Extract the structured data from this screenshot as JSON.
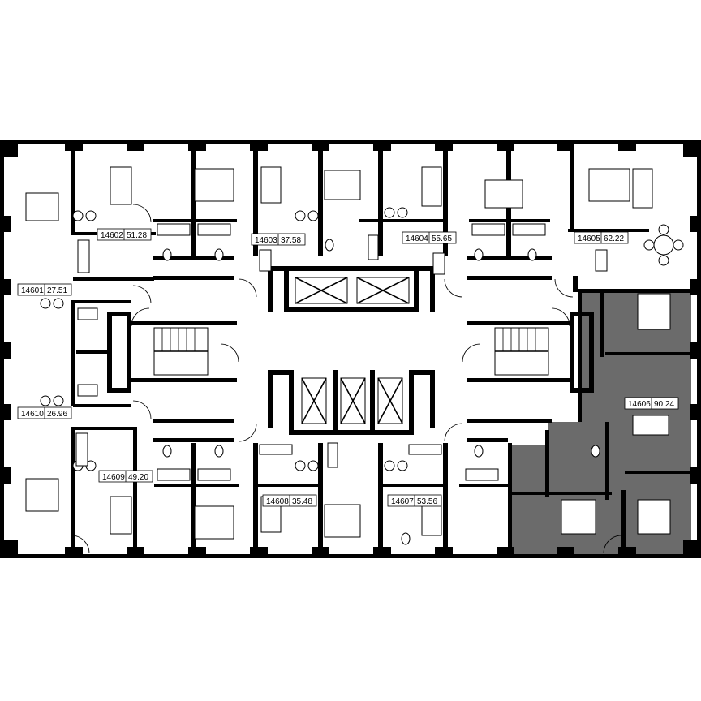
{
  "colors": {
    "background": "#ffffff",
    "wall": "#000000",
    "highlight": "#6b6b6b"
  },
  "icons": [
    "elevator-shaft-icon",
    "staircase-icon",
    "bed-icon",
    "sofa-icon",
    "toilet-icon",
    "bathtub-icon",
    "stove-icon",
    "dining-table-icon"
  ],
  "highlighted_unit": "14606",
  "units": [
    {
      "id": "14601",
      "area": "27.51"
    },
    {
      "id": "14602",
      "area": "51.28"
    },
    {
      "id": "14603",
      "area": "37.58"
    },
    {
      "id": "14604",
      "area": "55.65"
    },
    {
      "id": "14605",
      "area": "62.22"
    },
    {
      "id": "14606",
      "area": "90.24"
    },
    {
      "id": "14607",
      "area": "53.56"
    },
    {
      "id": "14608",
      "area": "35.48"
    },
    {
      "id": "14609",
      "area": "49.20"
    },
    {
      "id": "14610",
      "area": "26.96"
    }
  ]
}
